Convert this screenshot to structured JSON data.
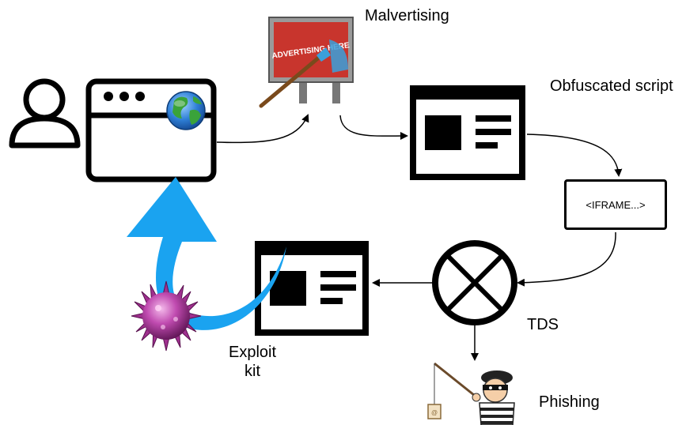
{
  "labels": {
    "malvertising": "Malvertising",
    "obfuscated_script": "Obfuscated script",
    "iframe": "<IFRAME...>",
    "tds": "TDS",
    "exploit_kit_line1": "Exploit",
    "exploit_kit_line2": "kit",
    "phishing": "Phishing",
    "billboard_text": "ADVERTISING HERE"
  },
  "icons": {
    "user": "user-icon",
    "browser": "browser-window-icon",
    "globe": "globe-icon",
    "billboard": "billboard-icon",
    "webpage": "webpage-icon",
    "tds_node": "circle-x-icon",
    "malware": "virus-icon",
    "phishing": "phisher-fishing-icon",
    "return_arrow": "curved-arrow-icon"
  },
  "colors": {
    "stroke": "#000000",
    "return_arrow": "#1aa3f0",
    "virus": "#a0308f",
    "globe_blue": "#2f7fd6",
    "globe_green": "#3aa33a",
    "billboard_red": "#c8352d"
  }
}
